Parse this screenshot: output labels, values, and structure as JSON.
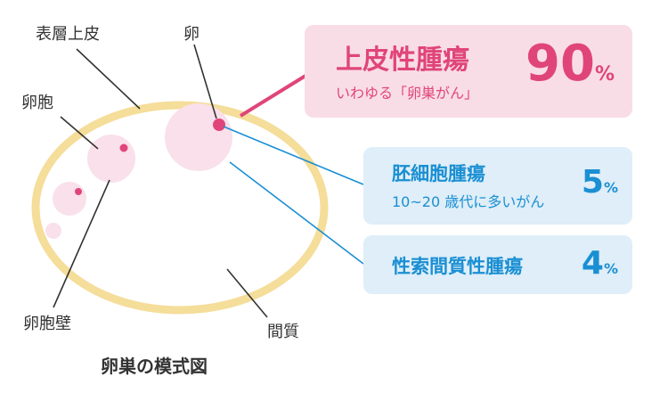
{
  "labels": {
    "surface_epithelium": "表層上皮",
    "ovum": "卵",
    "follicle": "卵胞",
    "follicle_wall": "卵胞壁",
    "stroma": "間質"
  },
  "caption": "卵巣の模式図",
  "tumors": {
    "epithelial": {
      "name": "上皮性腫瘍",
      "subtitle": "いわゆる「卵巣がん」",
      "percent": "90",
      "unit": "%"
    },
    "germ_cell": {
      "name": "胚細胞腫瘍",
      "subtitle": "10~20 歳代に多いがん",
      "percent": "5",
      "unit": "%"
    },
    "sex_cord_stromal": {
      "name": "性索間質性腫瘍",
      "percent": "4",
      "unit": "%"
    }
  },
  "colors": {
    "ovary_outline": "#f5dd9a",
    "follicle_fill": "#f9e0ea",
    "ovum_dot": "#e0457a",
    "epithelial_accent": "#e0457a",
    "epithelial_card": "#f9dde6",
    "blue_accent": "#1a8fd3",
    "blue_card": "#dfeef8",
    "leader_line": "#333333"
  }
}
